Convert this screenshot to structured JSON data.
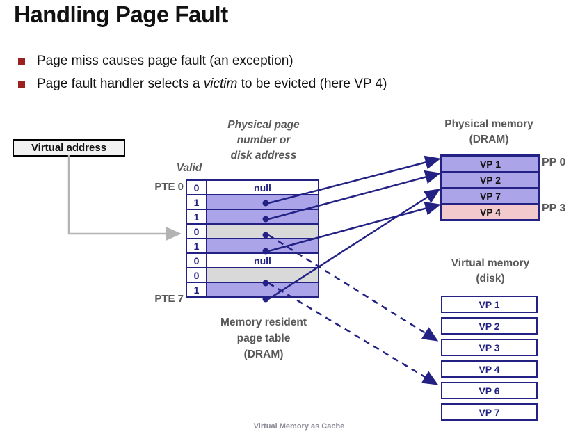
{
  "slide": {
    "title": "Handling Page Fault",
    "footer": "Virtual Memory as Cache"
  },
  "bullets": [
    {
      "text": "Page miss causes page fault (an exception)"
    },
    {
      "pre": "Page fault handler selects a ",
      "italic": "victim",
      "post": " to be evicted (here VP 4)"
    }
  ],
  "diagram": {
    "virtual_address_label": "Virtual address",
    "page_table": {
      "ppn_header_lines": [
        "Physical page",
        "number or",
        "disk address"
      ],
      "valid_header": "Valid",
      "first_row_label": "PTE 0",
      "last_row_label": "PTE 7",
      "caption_lines": [
        "Memory resident",
        "page table",
        "(DRAM)"
      ],
      "rows": [
        {
          "valid": "0",
          "content": "null",
          "fill": "white"
        },
        {
          "valid": "1",
          "content": "pointer",
          "fill": "purple"
        },
        {
          "valid": "1",
          "content": "pointer",
          "fill": "purple"
        },
        {
          "valid": "0",
          "content": "pointer",
          "fill": "gray"
        },
        {
          "valid": "1",
          "content": "pointer",
          "fill": "purple"
        },
        {
          "valid": "0",
          "content": "null",
          "fill": "white"
        },
        {
          "valid": "0",
          "content": "pointer",
          "fill": "gray"
        },
        {
          "valid": "1",
          "content": "pointer",
          "fill": "purple"
        }
      ]
    },
    "physical_memory": {
      "title_lines": [
        "Physical memory",
        "(DRAM)"
      ],
      "pages": [
        "VP 1",
        "VP 2",
        "VP 7",
        "VP 4"
      ],
      "victim_page": "VP 4",
      "pp_label_top": "PP 0",
      "pp_label_bottom": "PP 3"
    },
    "virtual_memory": {
      "title_lines": [
        "Virtual memory",
        "(disk)"
      ],
      "pages": [
        "VP 1",
        "VP 2",
        "VP 3",
        "VP 4",
        "VP 6",
        "VP 7"
      ]
    },
    "mappings": {
      "solid_arrows": [
        {
          "from": "PTE 1",
          "to": "VP 1 (DRAM)"
        },
        {
          "from": "PTE 2",
          "to": "VP 2 (DRAM)"
        },
        {
          "from": "PTE 4",
          "to": "VP 4 (DRAM)"
        },
        {
          "from": "PTE 7",
          "to": "VP 7 (DRAM)"
        }
      ],
      "dashed_arrows": [
        {
          "from": "PTE 3",
          "to": "VP 3 (disk)"
        },
        {
          "from": "PTE 6",
          "to": "VP 6 (disk)"
        }
      ],
      "gray_arrow": {
        "from": "Virtual address",
        "to": "PTE 3"
      }
    },
    "colors": {
      "navy": "#232284",
      "purple_fill": "#aca4e8",
      "gray_fill": "#d9d9d9",
      "pink_fill": "#f2c9cd",
      "label_gray": "#595959",
      "bullet_maroon": "#9b2020",
      "gray_arrow": "#b3b3b3",
      "footer_gray": "#8a8b96"
    }
  }
}
